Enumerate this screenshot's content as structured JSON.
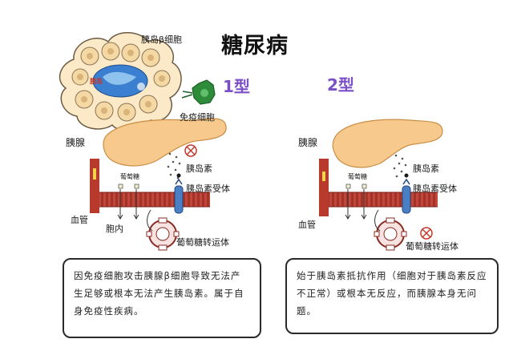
{
  "title": "糖尿病",
  "type1": {
    "heading": "1型",
    "beta_cell_label": "胰岛β细胞",
    "immune_cell_label": "免疫细胞",
    "pancreas_label": "胰腺",
    "insulin_label": "胰岛素",
    "glucose_label": "葡萄糖",
    "receptor_label": "胰岛素受体",
    "blood_vessel_label": "血管",
    "intracellular_label": "胞内",
    "transporter_label": "葡萄糖转运体",
    "islet_label": "胰岛",
    "description": "因免疫细胞攻击胰腺β细胞导致无法产生足够或根本无法产生胰岛素。属于自身免疫性疾病。"
  },
  "type2": {
    "heading": "2型",
    "pancreas_label": "胰腺",
    "insulin_label": "胰岛素",
    "glucose_label": "葡萄糖",
    "receptor_label": "胰岛素受体",
    "blood_vessel_label": "血管",
    "transporter_label": "葡萄糖转运体",
    "description": "始于胰岛素抵抗作用（细胞对于胰岛素反应不正常）或根本无反应，而胰腺本身无问题。"
  },
  "colors": {
    "pancreas": "#f7c98c",
    "vessel": "#b83a2c",
    "immune_cell": "#2e8b3a",
    "islet_blue": "#3a7fd0",
    "type_heading": "#7a4fc7",
    "inhibit": "#c0392b"
  }
}
